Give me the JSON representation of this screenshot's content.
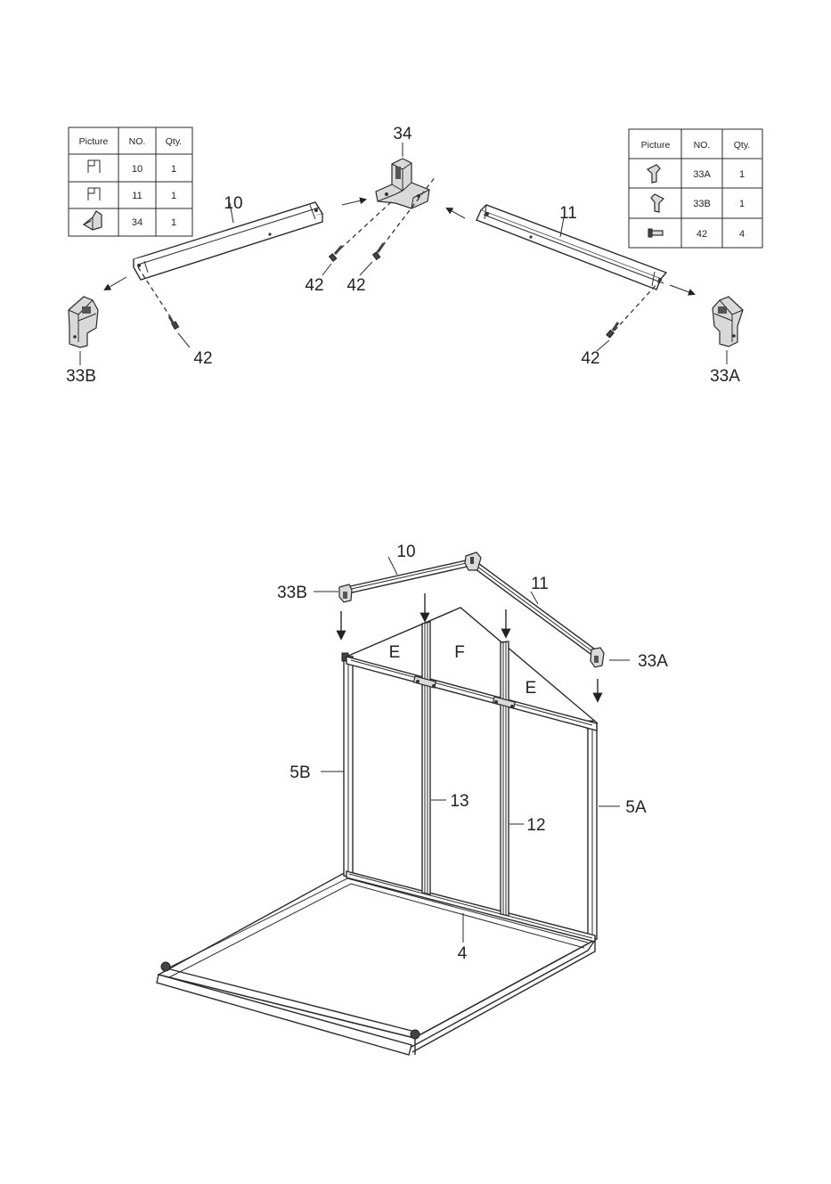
{
  "table_left": {
    "headers": [
      "Picture",
      "NO.",
      "Qty."
    ],
    "rows": [
      {
        "icon": "bar-bracket-icon",
        "no": "10",
        "qty": "1"
      },
      {
        "icon": "bar-bracket-icon",
        "no": "11",
        "qty": "1"
      },
      {
        "icon": "apex-connector-icon",
        "no": "34",
        "qty": "1"
      }
    ]
  },
  "table_right": {
    "headers": [
      "Picture",
      "NO.",
      "Qty."
    ],
    "rows": [
      {
        "icon": "corner-connector-icon",
        "no": "33A",
        "qty": "1"
      },
      {
        "icon": "corner-connector-icon",
        "no": "33B",
        "qty": "1"
      },
      {
        "icon": "screw-icon",
        "no": "42",
        "qty": "4"
      }
    ]
  },
  "top_labels": {
    "apex": "34",
    "left_bar": "10",
    "right_bar": "11",
    "screw_a": "42",
    "screw_b": "42",
    "screw_left": "42",
    "screw_right": "42",
    "corner_left": "33B",
    "corner_right": "33A"
  },
  "bottom_labels": {
    "bar_left": "10",
    "bar_right": "11",
    "corner_left": "33B",
    "corner_right": "33A",
    "panel_e_left": "E",
    "panel_f": "F",
    "panel_e_right": "E",
    "post_left": "5B",
    "post_right": "5A",
    "stud_13": "13",
    "stud_12": "12",
    "base": "4"
  }
}
